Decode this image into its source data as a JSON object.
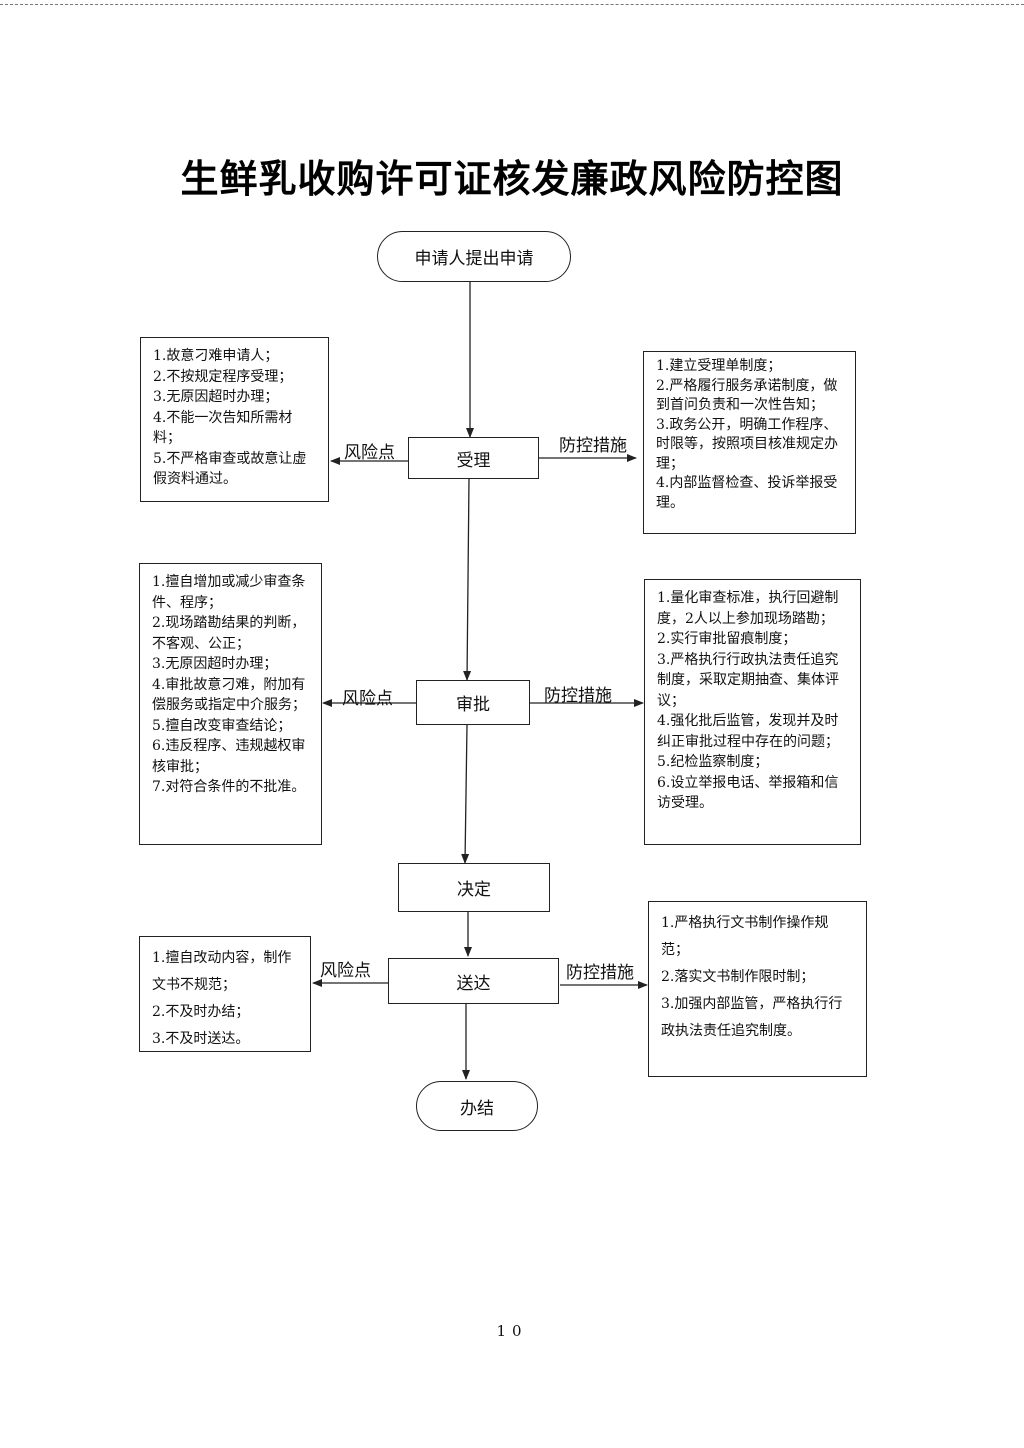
{
  "title": "生鲜乳收购许可证核发廉政风险防控图",
  "nodes": {
    "start": "申请人提出申请",
    "accept": "受理",
    "approve": "审批",
    "decide": "决定",
    "deliver": "送达",
    "end": "办结"
  },
  "labels": {
    "risk": "风险点",
    "control": "防控措施"
  },
  "accept_risks": [
    "1.故意刁难申请人；",
    "2.不按规定程序受理；",
    "3.无原因超时办理；",
    "4.不能一次告知所需材料；",
    "5.不严格审查或故意让虚假资料通过。"
  ],
  "accept_controls": [
    "1.建立受理单制度；",
    "2.严格履行服务承诺制度，做到首问负责和一次性告知；",
    "3.政务公开，明确工作程序、时限等，按照项目核准规定办理；",
    "4.内部监督检查、投诉举报受理。"
  ],
  "approve_risks": [
    "1.擅自增加或减少审查条件、程序；",
    "2.现场踏勘结果的判断，不客观、公正；",
    "3.无原因超时办理；",
    "4.审批故意刁难，附加有偿服务或指定中介服务；",
    "5.擅自改变审查结论；",
    "6.违反程序、违规越权审核审批；",
    "7.对符合条件的不批准。"
  ],
  "approve_controls": [
    "1.量化审查标准，执行回避制度，2人以上参加现场踏勘；",
    "2.实行审批留痕制度；",
    "3.严格执行行政执法责任追究制度，采取定期抽查、集体评议；",
    "4.强化批后监管，发现并及时纠正审批过程中存在的问题；",
    "5.纪检监察制度；",
    "6.设立举报电话、举报箱和信访受理。"
  ],
  "deliver_risks": [
    "1.擅自改动内容，制作文书不规范；",
    "2.不及时办结；",
    "3.不及时送达。"
  ],
  "deliver_controls": [
    "1.严格执行文书制作操作规范；",
    "2.落实文书制作限时制；",
    "3.加强内部监管，严格执行行政执法责任追究制度。"
  ],
  "page_number": "10"
}
